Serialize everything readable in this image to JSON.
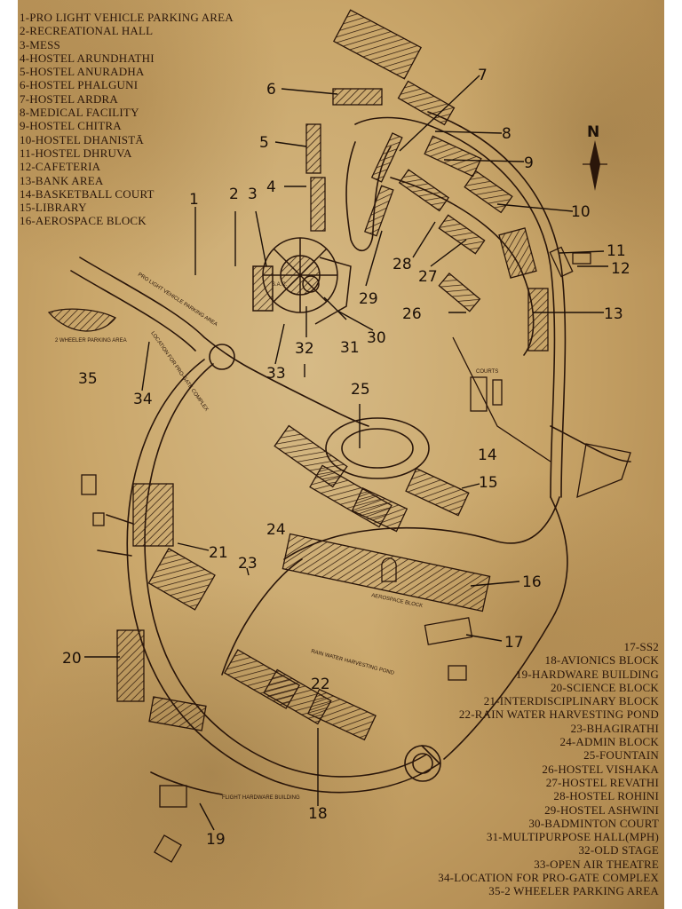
{
  "legend_left": [
    "1-PRO LIGHT VEHICLE PARKING AREA",
    "2-RECREATIONAL HALL",
    "3-MESS",
    "4-HOSTEL ARUNDHATHI",
    "5-HOSTEL ANURADHA",
    "6-HOSTEL PHALGUNI",
    "7-HOSTEL ARDRA",
    "8-MEDICAL FACILITY",
    "9-HOSTEL CHITRA",
    "10-HOSTEL DHANISTĀ",
    "11-HOSTEL DHRUVA",
    "12-CAFETERIA",
    "13-BANK AREA",
    "14-BASKETBALL COURT",
    "15-LIBRARY",
    "16-AEROSPACE BLOCK"
  ],
  "legend_right": [
    "17-SS2",
    "18-AVIONICS BLOCK",
    "19-HARDWARE BUILDING",
    "20-SCIENCE BLOCK",
    "21-INTERDISCIPLINARY BLOCK",
    "22-RAIN WATER HARVESTING POND",
    "23-BHAGIRATHI",
    "24-ADMIN BLOCK",
    "25-FOUNTAIN",
    "26-HOSTEL VISHAKA",
    "27-HOSTEL REVATHI",
    "28-HOSTEL ROHINI",
    "29-HOSTEL ASHWINI",
    "30-BADMINTON COURT",
    "31-MULTIPURPOSE HALL(MPH)",
    "32-OLD STAGE",
    "33-OPEN AIR THEATRE",
    "34-LOCATION FOR PRO-GATE COMPLEX",
    "35-2 WHEELER PARKING AREA"
  ],
  "north_label": "N",
  "markers": [
    "1",
    "2",
    "3",
    "4",
    "5",
    "6",
    "7",
    "8",
    "9",
    "10",
    "11",
    "12",
    "13",
    "14",
    "15",
    "16",
    "17",
    "18",
    "19",
    "20",
    "21",
    "22",
    "23",
    "24",
    "25",
    "26",
    "27",
    "28",
    "29",
    "30",
    "31",
    "32",
    "33",
    "34",
    "35"
  ],
  "map_text": {
    "parking": "PRO LIGHT VEHICLE PARKING AREA",
    "two_wheeler": "2 WHEELER PARKING AREA",
    "rain_pond": "RAIN WATER HARVESTING POND",
    "aerospace": "AEROSPACE BLOCK",
    "courts": "COURTS",
    "hardware": "FLIGHT HARDWARE BUILDING",
    "sac": "S.A.C.",
    "location_for_pro_gate": "LOCATION FOR PRO-GATE COMPLEX"
  },
  "colors": {
    "ink": "#2a160a",
    "paper": "#c9a66a"
  }
}
